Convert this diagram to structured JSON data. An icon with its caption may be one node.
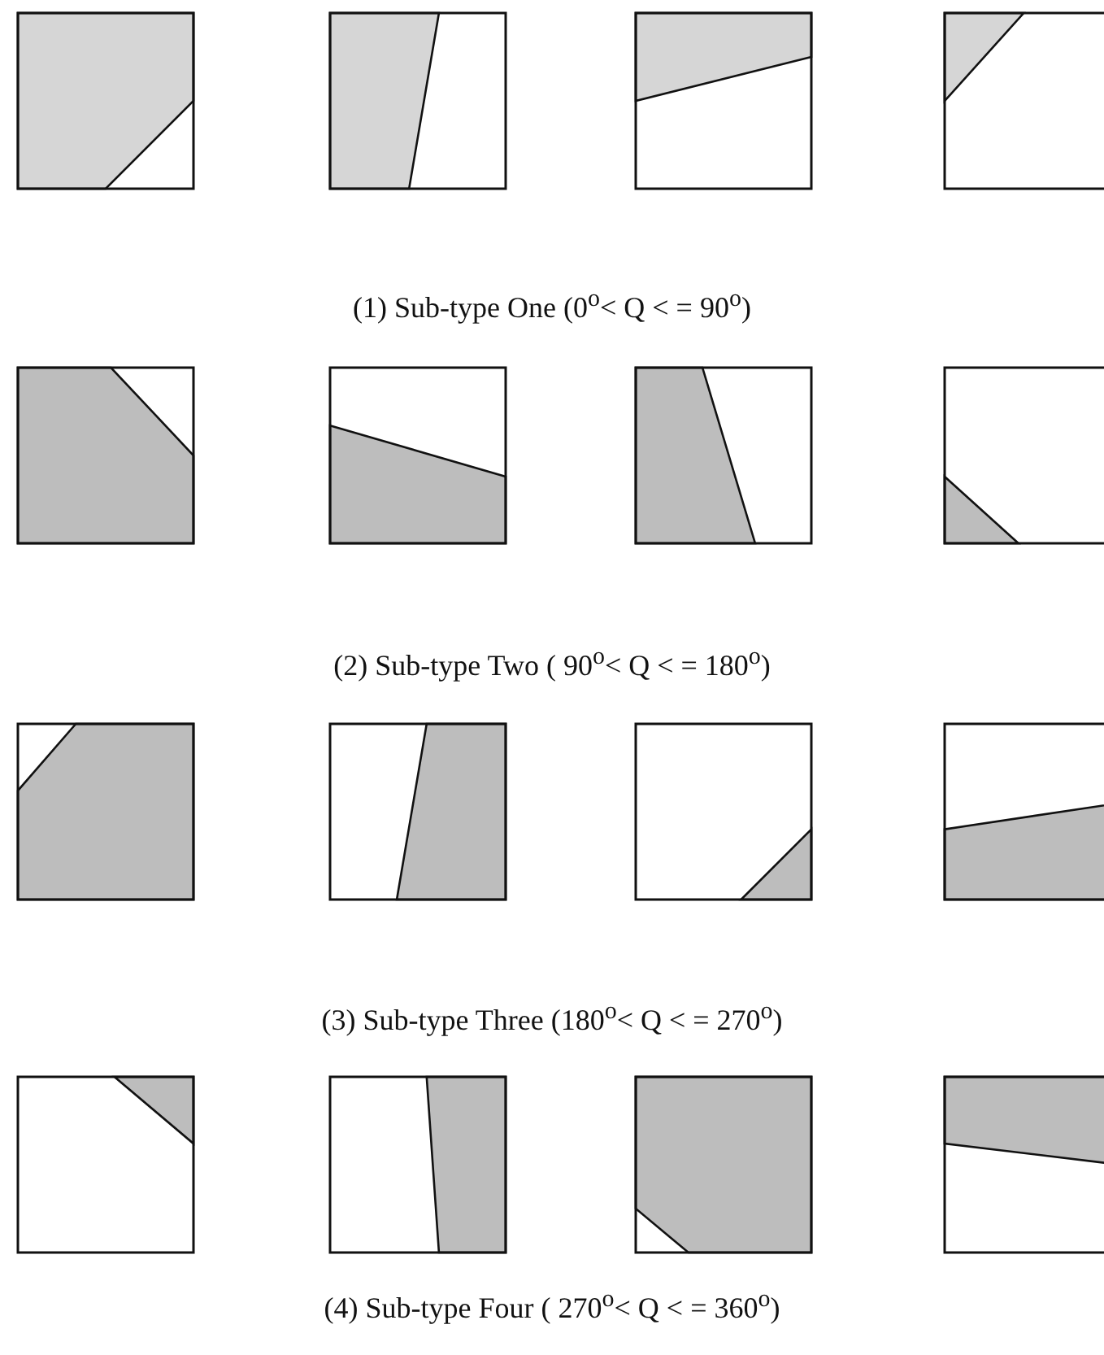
{
  "diagram": {
    "labels": [
      "(1) Sub-type One (0$^{o}$< Q < = 90$^{o}$)",
      "(2) Sub-type Two ( 90$^{o}$< Q < = 180$^{o}$)",
      "(3) Sub-type Three (180$^{o}$< Q < = 270$^{o}$)",
      "(4) Sub-type Four ( 270$^{o}$< Q < = 360$^{o}$)"
    ]
  }
}
